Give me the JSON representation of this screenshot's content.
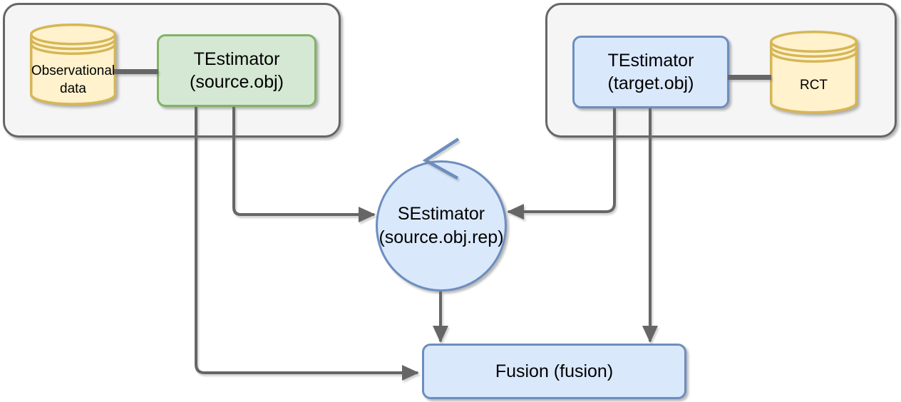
{
  "diagram": {
    "source_group": {
      "database": {
        "line1": "Observational",
        "line2": "data"
      },
      "estimator": {
        "line1": "TEstimator",
        "line2": "(source.obj)"
      }
    },
    "target_group": {
      "estimator": {
        "line1": "TEstimator",
        "line2": "(target.obj)"
      },
      "database": {
        "label": "RCT"
      }
    },
    "sestimator": {
      "line1": "SEstimator",
      "line2": "(source.obj.rep)"
    },
    "fusion": {
      "label": "Fusion (fusion)"
    }
  },
  "colors": {
    "container_fill": "#f5f5f5",
    "container_stroke": "#666666",
    "green_fill": "#d5e8d4",
    "green_stroke": "#82b366",
    "blue_fill": "#dae8fc",
    "blue_stroke": "#6c8ebf",
    "yellow_fill": "#fff2cc",
    "yellow_stroke": "#d6b656",
    "arrow": "#666666",
    "text": "#000000"
  }
}
